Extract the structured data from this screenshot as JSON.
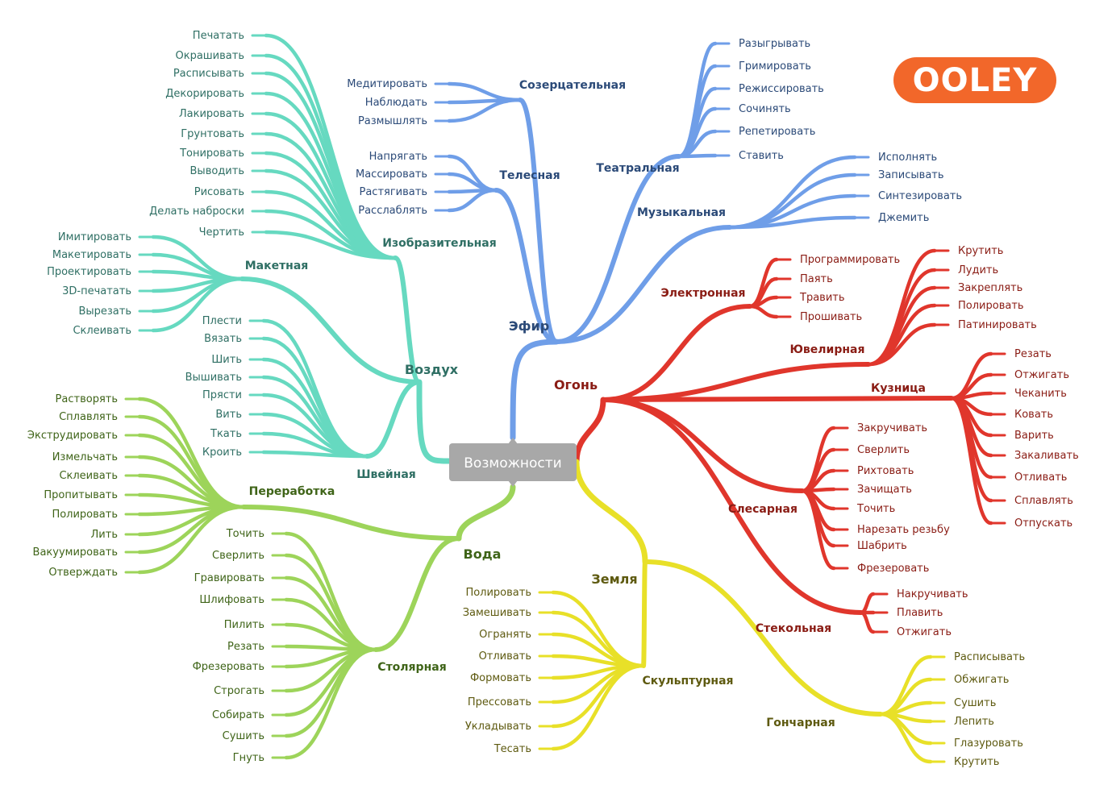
{
  "root": {
    "label": "Возможности",
    "color": "#a8a8a8"
  },
  "logo": {
    "text": "OOLEY",
    "color": "#f2672a"
  },
  "elements": [
    {
      "key": "air",
      "label": "Воздух",
      "color": "#66d9c0",
      "text_color": "#2f6f64",
      "branches": [
        {
          "label": "Изобразительная",
          "items": [
            "Печатать",
            "Окрашивать",
            "Расписывать",
            "Декорировать",
            "Лакировать",
            "Грунтовать",
            "Тонировать",
            "Выводить",
            "Рисовать",
            "Делать наброски",
            "Чертить"
          ]
        },
        {
          "label": "Макетная",
          "items": [
            "Имитировать",
            "Макетировать",
            "Проектировать",
            "3D-печатать",
            "Вырезать",
            "Склеивать"
          ]
        },
        {
          "label": "Швейная",
          "items": [
            "Плести",
            "Вязать",
            "Шить",
            "Вышивать",
            "Прясти",
            "Вить",
            "Ткать",
            "Кроить"
          ]
        }
      ]
    },
    {
      "key": "ether",
      "label": "Эфир",
      "color": "#6f9ee8",
      "text_color": "#2b4a78",
      "branches": [
        {
          "label": "Созерцательная",
          "items": [
            "Медитировать",
            "Наблюдать",
            "Размышлять"
          ]
        },
        {
          "label": "Телесная",
          "items": [
            "Напрягать",
            "Массировать",
            "Растягивать",
            "Расслаблять"
          ]
        },
        {
          "label": "Театральная",
          "items": [
            "Разыгрывать",
            "Гримировать",
            "Режиссировать",
            "Сочинять",
            "Репетировать",
            "Ставить"
          ]
        },
        {
          "label": "Музыкальная",
          "items": [
            "Исполнять",
            "Записывать",
            "Синтезировать",
            "Джемить"
          ]
        }
      ]
    },
    {
      "key": "fire",
      "label": "Огонь",
      "color": "#e0362c",
      "text_color": "#8a1c14",
      "branches": [
        {
          "label": "Электронная",
          "items": [
            "Программировать",
            "Паять",
            "Травить",
            "Прошивать"
          ]
        },
        {
          "label": "Ювелирная",
          "items": [
            "Крутить",
            "Лудить",
            "Закреплять",
            "Полировать",
            "Патинировать"
          ]
        },
        {
          "label": "Кузница",
          "items": [
            "Резать",
            "Отжигать",
            "Чеканить",
            "Ковать",
            "Варить",
            "Закаливать",
            "Отливать",
            "Сплавлять",
            "Отпускать"
          ]
        },
        {
          "label": "Слесарная",
          "items": [
            "Закручивать",
            "Сверлить",
            "Рихтовать",
            "Зачищать",
            "Точить",
            "Нарезать резьбу",
            "Шабрить",
            "Фрезеровать"
          ]
        },
        {
          "label": "Стекольная",
          "items": [
            "Накручивать",
            "Плавить",
            "Отжигать"
          ]
        }
      ]
    },
    {
      "key": "water",
      "label": "Вода",
      "color": "#9dd45a",
      "text_color": "#3f6418",
      "branches": [
        {
          "label": "Переработка",
          "items": [
            "Растворять",
            "Сплавлять",
            "Экструдировать",
            "Измельчать",
            "Склеивать",
            "Пропитывать",
            "Полировать",
            "Лить",
            "Вакуумировать",
            "Отверждать"
          ]
        },
        {
          "label": "Столярная",
          "items": [
            "Точить",
            "Сверлить",
            "Гравировать",
            "Шлифовать",
            "Пилить",
            "Резать",
            "Фрезеровать",
            "Строгать",
            "Собирать",
            "Сушить",
            "Гнуть"
          ]
        }
      ]
    },
    {
      "key": "earth",
      "label": "Земля",
      "color": "#e8e028",
      "text_color": "#5e5a10",
      "branches": [
        {
          "label": "Скульптурная",
          "items": [
            "Полировать",
            "Замешивать",
            "Огранять",
            "Отливать",
            "Формовать",
            "Прессовать",
            "Укладывать",
            "Тесать"
          ]
        },
        {
          "label": "Гончарная",
          "items": [
            "Расписывать",
            "Обжигать",
            "Сушить",
            "Лепить",
            "Глазуровать",
            "Крутить"
          ]
        }
      ]
    }
  ]
}
